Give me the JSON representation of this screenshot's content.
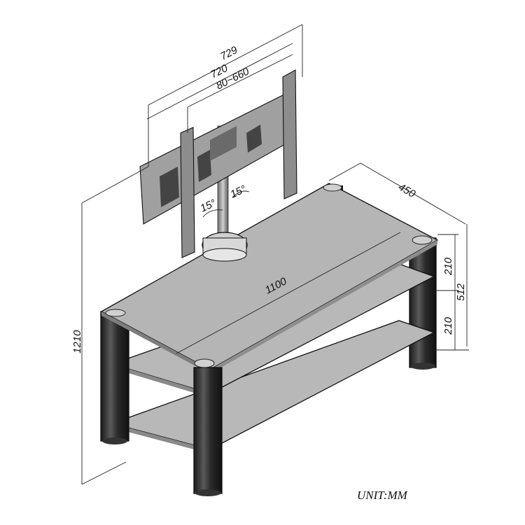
{
  "dimensions": {
    "tv_mount_overall_width": "729",
    "tv_mount_width": "720",
    "vesa_range": "80~660",
    "depth": "450",
    "shelf_length": "1100",
    "upper_gap": "210",
    "lower_gap": "210",
    "stand_height": "512",
    "overall_height": "1210",
    "tilt_left": "15°",
    "tilt_right": "15°"
  },
  "unit_label": "UNIT:MM",
  "colors": {
    "glass": "#b3b3b3",
    "glass_dark": "#9a9a9a",
    "leg": "#2a2a2a",
    "mount": "#9c9c9c",
    "line": "#111111"
  }
}
